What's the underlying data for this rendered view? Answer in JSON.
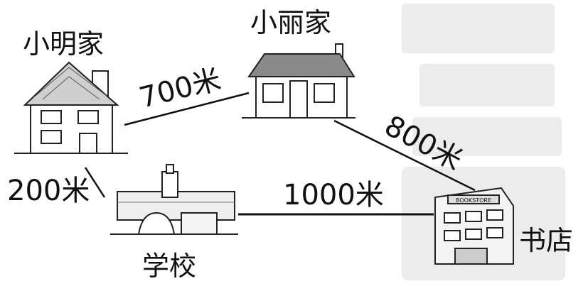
{
  "places": {
    "xiaoming_home": "小明家",
    "xiaoli_home": "小丽家",
    "school": "学校",
    "bookstore": "书店"
  },
  "distances": {
    "xiaoming_to_xiaoli": "700米",
    "xiaoming_to_school": "200米",
    "xiaoli_to_bookstore": "800米",
    "school_to_bookstore": "1000米"
  },
  "sign_text": "BOOKSTORE",
  "watermark_color": "#e6e6e6"
}
